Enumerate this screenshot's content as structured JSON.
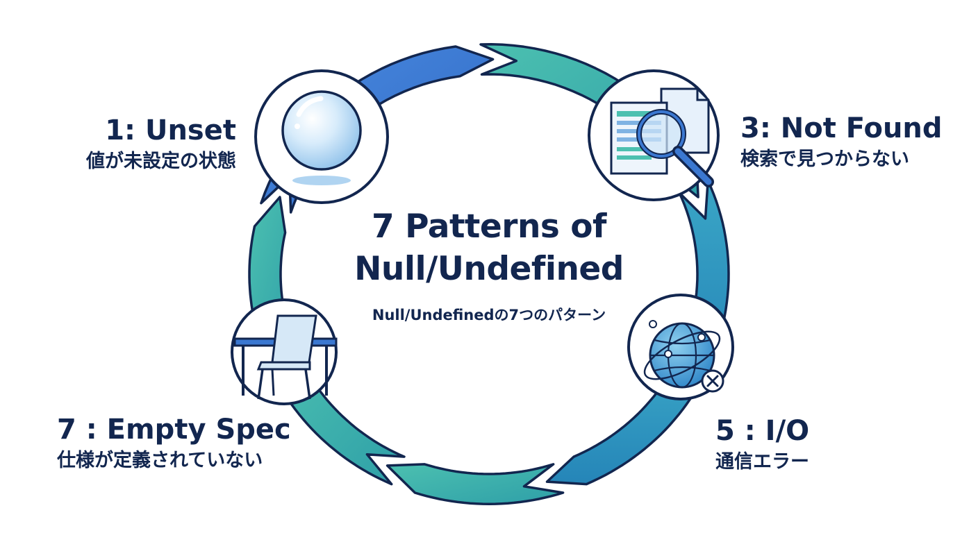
{
  "center": {
    "title_line1": "7 Patterns of",
    "title_line2": "Null/Undefined",
    "subtitle": "Null/Undefinedの7つのパターン"
  },
  "patterns": [
    {
      "id": "unset",
      "title": "1: Unset",
      "subtitle": "値が未設定の状態",
      "icon": "crystal-ball-icon"
    },
    {
      "id": "not-found",
      "title": "3: Not Found",
      "subtitle": "検索で見つからない",
      "icon": "document-search-icon"
    },
    {
      "id": "io",
      "title": "5 : I/O",
      "subtitle": "通信エラー",
      "icon": "globe-error-icon"
    },
    {
      "id": "empty-spec",
      "title": "7 : Empty Spec",
      "subtitle": "仕様が定義されていない",
      "icon": "empty-desk-chair-icon"
    }
  ],
  "colors": {
    "text": "#12264f",
    "arrow_blue": "#3b78d1",
    "arrow_teal": "#3fb0a8",
    "arrow_mid": "#2a93c2",
    "outline": "#12264f",
    "icon_fill": "#d6e8f7"
  }
}
